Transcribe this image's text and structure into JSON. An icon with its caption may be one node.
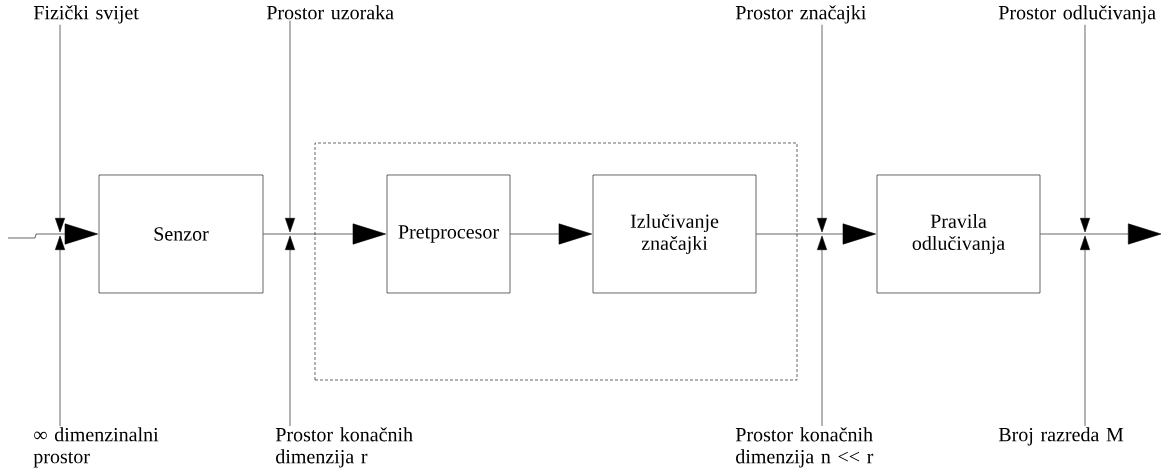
{
  "diagram": {
    "nodes": [
      {
        "text": [
          "Fizički svijet"
        ]
      },
      {
        "text": [
          "∞ dimenzinalni prostor"
        ]
      },
      {
        "text": [
          "Prostor uzoraka"
        ]
      },
      {
        "text": [
          "Prostor konačnih dimenzija r"
        ]
      },
      {
        "text": [
          "Prostor značajki"
        ]
      },
      {
        "text": [
          "Prostor konačnih dimenzija n << r"
        ]
      },
      {
        "text": [
          "Prostor odlučivanja"
        ]
      },
      {
        "text": [
          "Broj razreda M"
        ]
      },
      {
        "text": [
          "Senzor"
        ]
      },
      {
        "text": [],
        "shape": "box"
      },
      {
        "text": [
          "Pretprocesor"
        ],
        "in": 9
      },
      {
        "text": [
          "Izlučivanje značajki"
        ],
        "in": 9
      },
      {
        "text": [
          "Pravila odlučivanja"
        ]
      }
    ],
    "edges": [
      {
        "from": 0,
        "to": null,
        "arrow": "to"
      },
      {
        "from": 1,
        "to": null,
        "arrow": "to"
      },
      {
        "from": 2,
        "to": null,
        "arrow": "to"
      },
      {
        "from": 3,
        "to": null,
        "arrow": "to"
      },
      {
        "from": 4,
        "to": null,
        "arrow": "to"
      },
      {
        "from": 5,
        "to": null,
        "arrow": "to"
      },
      {
        "from": 6,
        "to": null,
        "arrow": "to"
      },
      {
        "from": 7,
        "to": null,
        "arrow": "to"
      },
      {
        "from": null,
        "to": 8,
        "arrow": "to"
      },
      {
        "from": 8,
        "to": 10,
        "arrow": "to"
      },
      {
        "from": 10,
        "to": 11,
        "arrow": "to"
      },
      {
        "from": 11,
        "to": 12,
        "arrow": "to"
      },
      {
        "from": 12,
        "to": null,
        "arrow": "to"
      }
    ]
  }
}
